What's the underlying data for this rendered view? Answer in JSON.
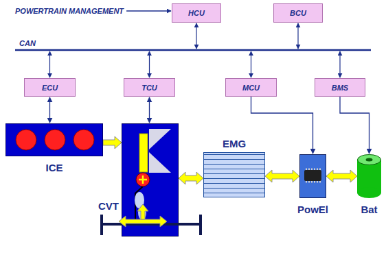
{
  "diagram": {
    "nodes": [
      {
        "text": [
          "HCU"
        ]
      },
      {
        "text": [
          "BCU"
        ]
      },
      {
        "text": [
          "ECU"
        ]
      },
      {
        "text": [
          "TCU"
        ]
      },
      {
        "text": [
          "MCU"
        ]
      },
      {
        "text": [
          "BMS"
        ]
      },
      {
        "text": [
          "ICE"
        ]
      },
      {
        "text": [
          "CVT"
        ]
      },
      {
        "text": [
          "EMG"
        ]
      },
      {
        "text": [
          "PowEl"
        ]
      },
      {
        "text": [
          "Bat"
        ]
      }
    ],
    "edges": [
      {
        "from": 2,
        "to": 6,
        "arrow": "both"
      },
      {
        "from": 3,
        "to": 7,
        "arrow": "both"
      },
      {
        "from": 4,
        "to": 9,
        "arrow": "to"
      },
      {
        "from": 5,
        "to": 10,
        "arrow": "to"
      },
      {
        "from": 6,
        "to": 7,
        "arrow": "to"
      },
      {
        "from": 7,
        "to": 8,
        "arrow": "both"
      },
      {
        "from": 8,
        "to": 9,
        "arrow": "both"
      },
      {
        "from": 9,
        "to": 10,
        "arrow": "both"
      }
    ],
    "labels": [
      "POWERTRAIN MANAGEMENT",
      "CAN"
    ]
  }
}
